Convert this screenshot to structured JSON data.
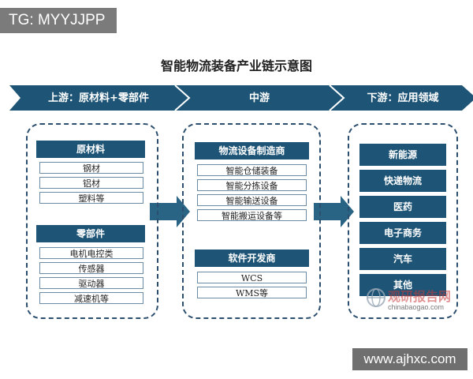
{
  "overlay": {
    "tag": "TG: MYYJJPP",
    "site": "www.ajhxc.com"
  },
  "title": "智能物流装备产业链示意图",
  "banners": [
    "上游：原材料+零部件",
    "中游",
    "下游：应用领域"
  ],
  "upstream": {
    "raw_materials": {
      "header": "原材料",
      "items": [
        "钢材",
        "铝材",
        "塑料等"
      ]
    },
    "components": {
      "header": "零部件",
      "items": [
        "电机电控类",
        "传感器",
        "驱动器",
        "减速机等"
      ]
    }
  },
  "midstream": {
    "equipment": {
      "header": "物流设备制造商",
      "items": [
        "智能仓储装备",
        "智能分拣设备",
        "智能输送设备",
        "智能搬运设备等"
      ]
    },
    "software": {
      "header": "软件开发商",
      "items": [
        "WCS",
        "WMS等"
      ]
    }
  },
  "downstream": {
    "items": [
      "新能源",
      "快递物流",
      "医药",
      "电子商务",
      "汽车",
      "其他"
    ]
  },
  "watermark": {
    "main": "观研报告网",
    "sub": "chinabaogao.com"
  },
  "colors": {
    "dark_blue": "#1e5577",
    "arrow": "#2a6485",
    "dash": "#2d4f6f"
  }
}
